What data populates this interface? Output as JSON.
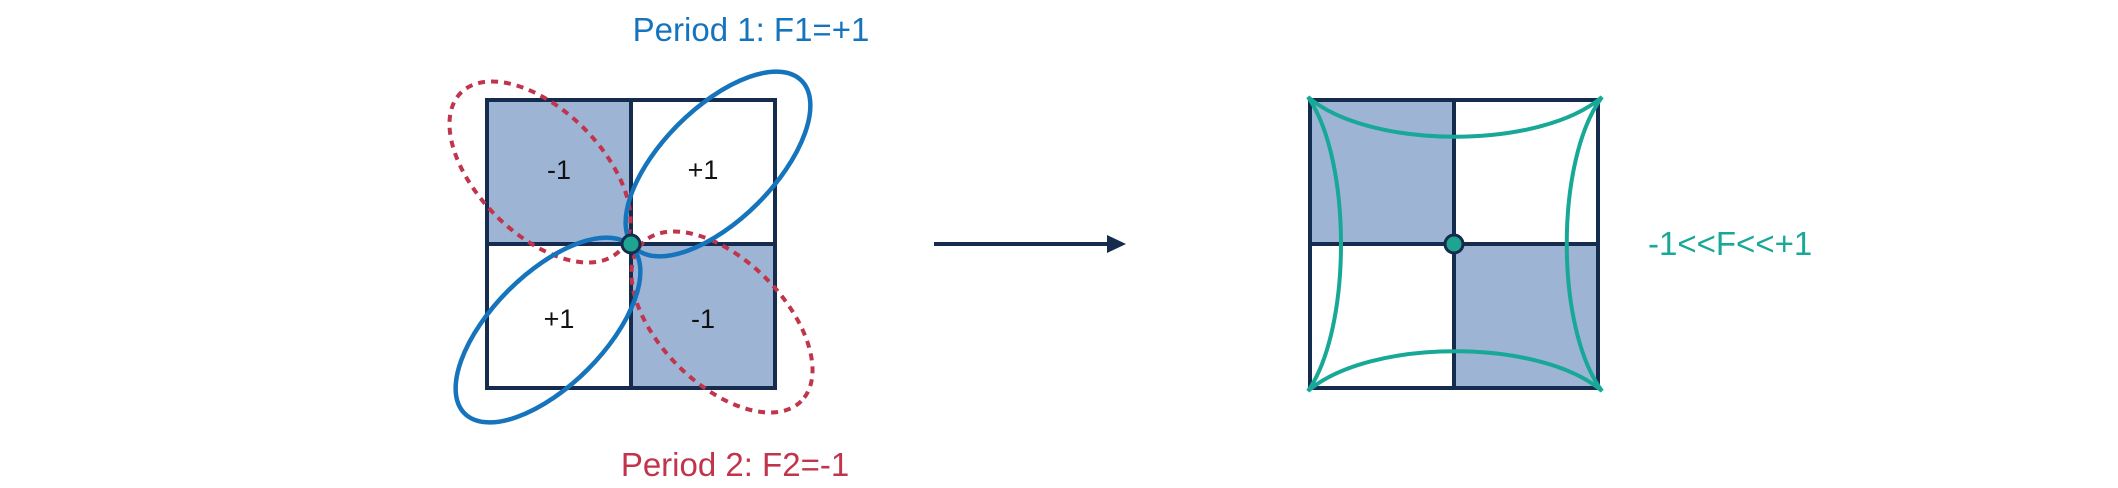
{
  "left_grid": {
    "top_label": "Period 1: F1=+1",
    "bottom_label": "Period 2: F2=-1",
    "cells": {
      "top_left": "-1",
      "top_right": "+1",
      "bottom_left": "+1",
      "bottom_right": "-1"
    }
  },
  "right_grid": {
    "side_label": "-1<<F<<+1"
  },
  "colors": {
    "shaded_cell": "#9db4d4",
    "grid_line": "#152c4e",
    "period1": "#1674bc",
    "period2": "#c0354c",
    "combined": "#17a897",
    "center_dot": "#1fa491"
  }
}
